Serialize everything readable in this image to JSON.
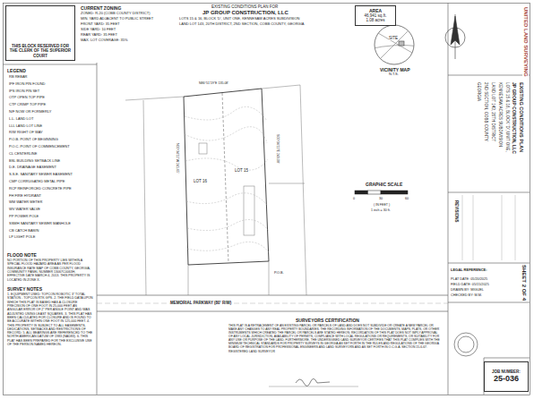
{
  "diagram": {
    "nodes": [
      {
        "text": [
          "THIS BLOCK RESERVED FOR THE CLERK OF THE SUPERIOR COURT"
        ]
      },
      {
        "text": [
          "AREA",
          "46,941 sq.ft.",
          "1.08 acres"
        ]
      },
      {
        "text": [
          "JOB NUMBER:",
          "25-036"
        ]
      }
    ],
    "edges": [],
    "labels": [
      "CURRENT ZONING",
      "ZONED: R-20 (COBB COUNTY DISTRICT)",
      "MIN. YARD ADJACENT TO PUBLIC STREET",
      "FRONT YARD: 35 FEET",
      "SIDE YARD: 10 FEET",
      "REAR YARD: 35 FEET",
      "MAX. LOT COVERAGE: 35%",
      "EXISTING CONDITIONS PLAN FOR",
      "JP GROUP CONSTRUCTION, LLC",
      "LOTS 15 & 16, BLOCK 'D', UNIT ONE, KENNESAW ACRES SUBDIVISION",
      "LAND LOT 143, 20TH DISTRICT, 2ND SECTION, COBB COUNTY, GEORGIA",
      "SITE",
      "VICINITY MAP",
      "N.T.S.",
      "LEGEND",
      "FLOOD NOTE",
      "NO PORTION OF THIS PROPERTY LIES WITHIN A SPECIAL FLOOD HAZARD AREA AS PER FLOOD INSURANCE RATE MAP OF COBB COUNTY, GEORGIA, COMMUNITY PANEL NUMBER 13067C0063H, EFFECTIVE DATE MARCH 4, 2013. THIS PROPERTY IS LOCATED IN ZONE X.",
      "SURVEY NOTES",
      "1. EQUIPMENT USED: TOPCON ROBOTIC 3\" TOTAL STATION - TOPCON RTK GPS. 2. THE FIELD DATA UPON WHICH THIS PLAT IS BASED HAS A CLOSURE PRECISION OF ONE FOOT IN 25,000 FEET AN ANGULAR ERROR OF 2\" PER ANGLE POINT AND WAS ADJUSTED USING LEAST SQUARES. 3. THIS PLAT HAS BEEN CALCULATED FOR CLOSURE AND IS FOUND TO BE ACCURATE WITHIN ONE FOOT IN 125,000 FEET. 4. THIS PROPERTY IS SUBJECT TO ALL EASEMENTS, DEDICATIONS, SETBACKS AND RESTRICTIONS OF RECORD. 5. ALL BEARINGS ARE REFERENCED TO THE NORTH AMERICAN DATUM OF 1983 (NAD83). 6. THIS PLAT HAS BEEN PREPARED FOR THE EXCLUSIVE USE OF THE PERSON NAMED HEREON.",
      "MEMORIAL PARKWAY (80' R/W)",
      "LOT 16",
      "LOT 15",
      "N86°51'19\"E 135.08'",
      "S00°34'11\"E 243.08'",
      "N00°34'11\"W 241.65'",
      "P.O.B.",
      "GRAPHIC SCALE",
      "0",
      "30",
      "60",
      "( IN FEET )",
      "1 inch = 30 ft.",
      "SURVEYORS CERTIFICATION",
      "THIS PLAT IS A RETRACEMENT OF AN EXISTING PARCEL OR PARCELS OF LAND AND DOES NOT SUBDIVIDE OR CREATE A NEW PARCEL OR MAKE ANY CHANGES TO ANY REAL PROPERTY BOUNDARIES. THE RECORDING INFORMATION OF THE DOCUMENTS, MAPS, PLATS, OR OTHER INSTRUMENTS WHICH CREATED THE PARCEL OR PARCELS ARE STATED HEREON. RECORDATION OF THIS PLAT DOES NOT IMPLY APPROVAL OF ANY LOCAL JURISDICTION, AVAILABILITY OF PERMITS, COMPLIANCE WITH LOCAL REGULATIONS OR REQUIREMENTS, OR SUITABILITY FOR ANY USE OR PURPOSE OF THE LAND. FURTHERMORE, THE UNDERSIGNED LAND SURVEYOR CERTIFIES THAT THIS PLAT COMPLIES WITH THE MINIMUM TECHNICAL STANDARDS FOR PROPERTY SURVEYS IN GEORGIA AS SET FORTH IN THE RULES AND REGULATIONS OF THE GEORGIA BOARD OF REGISTRATION FOR PROFESSIONAL ENGINEERS AND LAND SURVEYORS AND AS SET FORTH IN O.C.G.A. SECTION 15-6-67. REGISTERED LAND SURVEYOR",
      "UNITED LAND SURVEYING",
      "EXISTING CONDITIONS PLAN",
      "JP GROUP CONSTRUCTION, LLC",
      "LOTS 15 & 16, BLOCK 'D', UNIT ONE,",
      "KENNESAW ACRES SUBDIVISION",
      "LAND LOT 143, 20TH DISTRICT",
      "2ND SECTION, COBB COUNTY",
      "GEORGIA",
      "REVISIONS",
      "LEGAL REFERENCE:",
      "PLAT DATE: 05/20/2025",
      "FIELD DATE: 05/15/2025",
      "DRAWN BY: MIGUEL",
      "CHECKED BY: M.M.",
      "SHEET 2 OF 4"
    ],
    "legend": [
      {
        "text": "RB REBAR"
      },
      {
        "text": "IPF IRON PIN FOUND"
      },
      {
        "text": "IPS IRON PIN SET"
      },
      {
        "text": "OTP OPEN TOP PIPE"
      },
      {
        "text": "CTP CRIMP TOP PIPE"
      },
      {
        "text": "N/F NOW OR FORMERLY"
      },
      {
        "text": "L.L. LAND LOT"
      },
      {
        "text": "LLL LAND LOT LINE"
      },
      {
        "text": "R/W RIGHT OF WAY"
      },
      {
        "text": "P.O.B. POINT OF BEGINNING"
      },
      {
        "text": "P.O.C. POINT OF COMMENCEMENT"
      },
      {
        "text": "CL CENTERLINE"
      },
      {
        "text": "BSL BUILDING SETBACK LINE"
      },
      {
        "text": "D.E. DRAINAGE EASEMENT"
      },
      {
        "text": "S.S.E. SANITARY SEWER EASEMENT"
      },
      {
        "text": "CMP CORRUGATED METAL PIPE"
      },
      {
        "text": "RCP REINFORCED CONCRETE PIPE"
      },
      {
        "text": "FH FIRE HYDRANT"
      },
      {
        "text": "WM WATER METER"
      },
      {
        "text": "WV WATER VALVE"
      },
      {
        "text": "PP POWER POLE"
      },
      {
        "text": "SSMH SANITARY SEWER MANHOLE"
      },
      {
        "text": "CB CATCH BASIN"
      },
      {
        "text": "LP LIGHT POLE"
      }
    ]
  }
}
